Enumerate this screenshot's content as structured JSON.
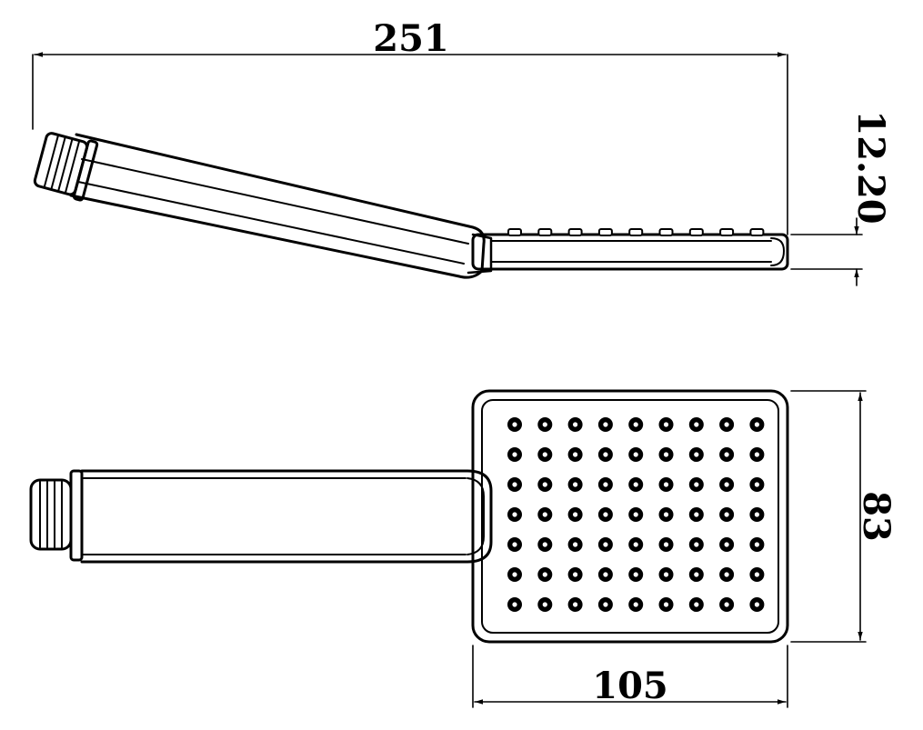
{
  "dimensions": {
    "overall_length": "251",
    "head_thickness": "12.20",
    "head_height": "83",
    "head_width": "105"
  },
  "nozzle_grid": {
    "columns": 9,
    "rows": 7
  },
  "colors": {
    "ink": "#000000",
    "background": "#ffffff"
  }
}
